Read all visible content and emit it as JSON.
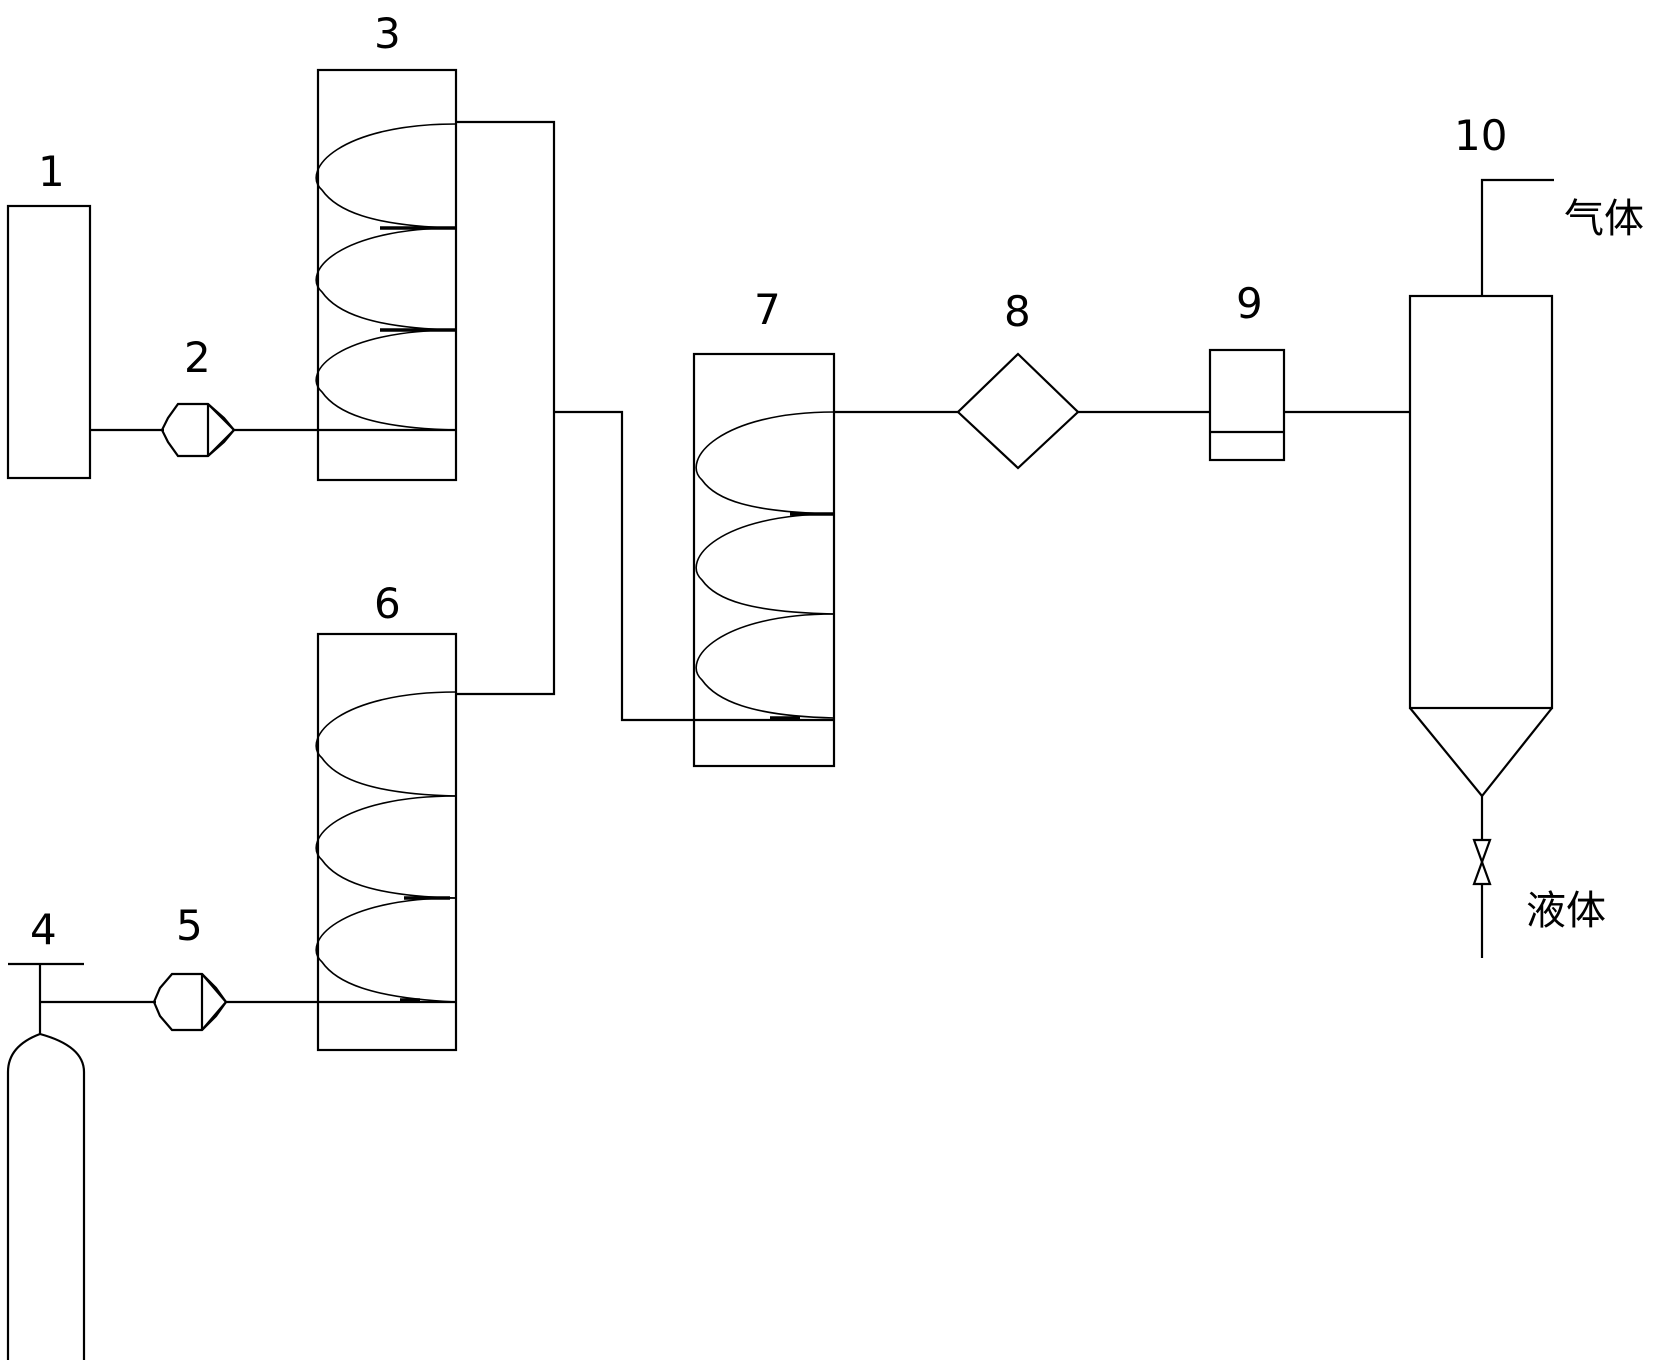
{
  "labels": {
    "n1": "1",
    "n2": "2",
    "n3": "3",
    "n4": "4",
    "n5": "5",
    "n6": "6",
    "n7": "7",
    "n8": "8",
    "n9": "9",
    "n10": "10"
  },
  "outlets": {
    "gas": "气体",
    "liquid": "液体"
  },
  "colors": {
    "line": "#000000",
    "background": "#ffffff"
  }
}
